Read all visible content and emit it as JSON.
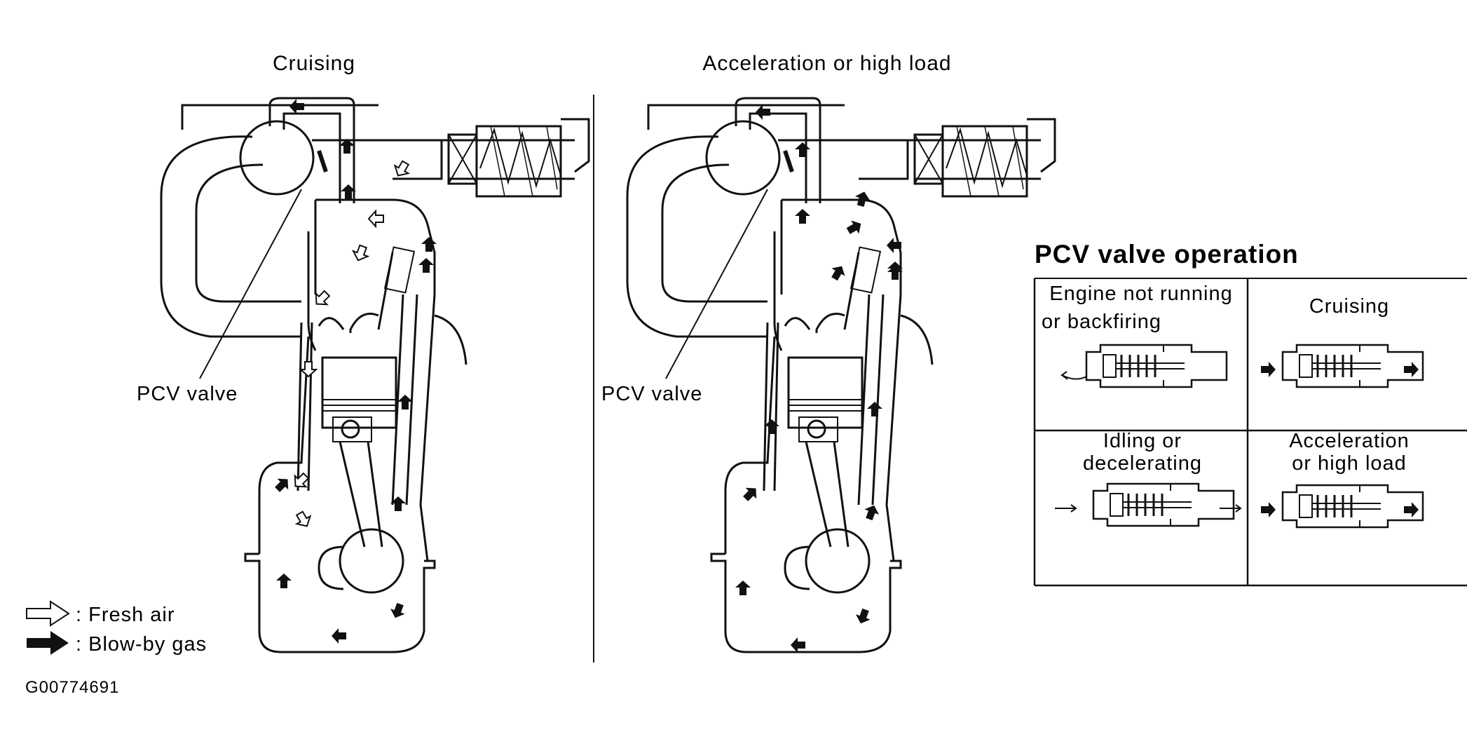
{
  "panels": {
    "cruising_title": "Cruising",
    "accel_title": "Acceleration or high load",
    "pcv_valve_left": "PCV valve",
    "pcv_valve_right": "PCV valve"
  },
  "legend": {
    "fresh_air": ": Fresh air",
    "blow_by": ": Blow-by gas"
  },
  "figure_code": "G00774691",
  "pcv_operation": {
    "title": "PCV valve operation",
    "cells": [
      {
        "label_line1": "Engine not running",
        "label_line2": "or backfiring"
      },
      {
        "label_line1": "Cruising",
        "label_line2": ""
      },
      {
        "label_line1": "Idling or",
        "label_line2": "decelerating"
      },
      {
        "label_line1": "Acceleration",
        "label_line2": "or high load"
      }
    ]
  }
}
